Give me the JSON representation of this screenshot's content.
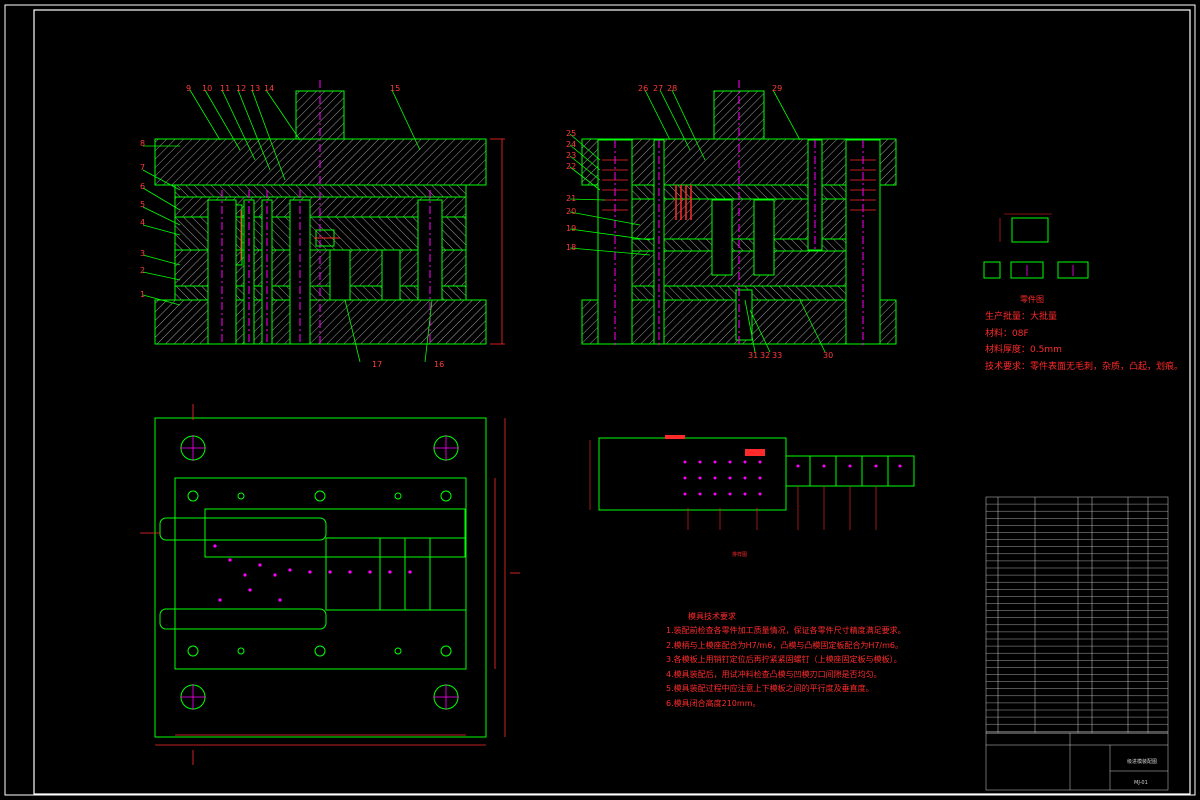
{
  "colors": {
    "background": "#000000",
    "outline": "#00ff00",
    "hatch": "#a8a8a8",
    "centerline": "#ff00ff",
    "callout": "#ff2a2a",
    "frame": "#ffffff"
  },
  "callouts": {
    "left_view_top": [
      "9",
      "10",
      "11",
      "12",
      "13",
      "14",
      "15"
    ],
    "left_view_side": [
      "8",
      "7",
      "6",
      "5",
      "4",
      "3",
      "2",
      "1"
    ],
    "right_view_top": [
      "26",
      "27",
      "28",
      "29"
    ],
    "right_view_side": [
      "25",
      "24",
      "23",
      "22",
      "21",
      "20",
      "19",
      "18"
    ],
    "right_view_bottom": [
      "31",
      "32",
      "33",
      "30"
    ],
    "left_view_bottom": [
      "17",
      "16"
    ]
  },
  "part_view": {
    "caption": "零件图"
  },
  "spec": {
    "lines": [
      "生产批量：大批量",
      "材料：08F",
      "材料厚度：0.5mm",
      "技术要求：零件表面无毛刺，杂质，凸起，划痕。"
    ]
  },
  "strip_layout": {
    "caption": "排样图"
  },
  "notes": {
    "title": "模具技术要求",
    "lines": [
      "1.装配前检查各零件加工质量情况，保证各零件尺寸精度满足要求。",
      "2.模柄与上模座配合为H7/m6，凸模与凸模固定板配合为H7/m6。",
      "3.各模板上用销钉定位后再拧紧紧固螺钉（上模座固定板与模板）。",
      "4.模具装配后，用试冲料检查凸模与凹模刃口间隙是否均匀。",
      "5.模具装配过程中应注意上下模板之间的平行度及垂直度。",
      "6.模具闭合高度210mm。"
    ]
  },
  "title_block": {
    "drawing_title": "级进模装配图",
    "drawing_no": "MJ-01"
  }
}
